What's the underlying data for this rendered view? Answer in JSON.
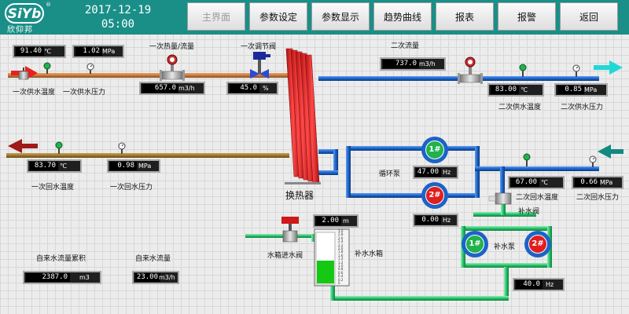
{
  "header": {
    "brand_logo": "SiYb",
    "brand_name": "欣仰邦",
    "brand_reg": "®",
    "date": "2017-12-19",
    "time": "05:00",
    "nav": [
      "主界面",
      "参数设定",
      "参数显示",
      "趋势曲线",
      "报表",
      "报警",
      "返回"
    ],
    "active_nav": "主界面"
  },
  "primary": {
    "supply_temp": {
      "label": "一次供水温度",
      "value": "91.40",
      "unit": "℃"
    },
    "supply_pressure": {
      "label": "一次供水压力",
      "value": "1.02",
      "unit": "MPa"
    },
    "heat_flow": {
      "label": "一次热量/流量",
      "value": "657.0",
      "unit": "m3/h"
    },
    "valve": {
      "label": "一次调节阀",
      "value": "45.0",
      "unit": "%"
    },
    "return_temp": {
      "label": "一次回水温度",
      "value": "83.70",
      "unit": "℃"
    },
    "return_pressure": {
      "label": "一次回水压力",
      "value": "0.98",
      "unit": "MPa"
    }
  },
  "secondary": {
    "flow": {
      "label": "二次流量",
      "value": "737.0",
      "unit": "m3/h"
    },
    "supply_temp": {
      "label": "二次供水温度",
      "value": "83.00",
      "unit": "℃"
    },
    "supply_pressure": {
      "label": "二次供水压力",
      "value": "0.85",
      "unit": "MPa"
    },
    "return_temp": {
      "label": "二次回水温度",
      "value": "67.00",
      "unit": "℃"
    },
    "return_pressure": {
      "label": "二次回水压力",
      "value": "0.66",
      "unit": "MPa"
    }
  },
  "heat_exchanger": {
    "label": "换热器"
  },
  "circ_pump": {
    "label": "循环泵",
    "pump1": "1#",
    "pump2": "2#",
    "freq": {
      "value": "47.00",
      "unit": "Hz"
    },
    "freq2": {
      "value": "0.00",
      "unit": "Hz"
    }
  },
  "makeup_valve": {
    "label": "补水阀"
  },
  "makeup_pump": {
    "label": "补水泵",
    "pump1": "1#",
    "pump2": "2#",
    "freq": {
      "value": "40.0",
      "unit": "Hz"
    }
  },
  "tank": {
    "label": "补水水箱",
    "level": {
      "value": "2.00",
      "unit": "m"
    },
    "level_fraction": 0.45,
    "scale": [
      "3.0",
      "2.8",
      "2.6",
      "2.4",
      "2.2",
      "2.0",
      "1.8",
      "1.6",
      "1.4",
      "1.2",
      "1.0",
      "0.8",
      "0.6",
      "0.4",
      "0.2",
      "0"
    ]
  },
  "tank_inlet_valve": {
    "label": "水箱进水阀"
  },
  "city_water": {
    "total": {
      "label": "自来水流量累积",
      "value": "2387.0",
      "unit": "m3"
    },
    "flow": {
      "label": "自来水流量",
      "value": "23.00",
      "unit": "m3/h"
    }
  },
  "colors": {
    "header": "#1a8f88",
    "primary_supply": "#c97a3a",
    "primary_return": "#a0782a",
    "secondary": "#1c63c8",
    "makeup": "#27c06a",
    "exchanger": "#e32a2a",
    "pump_on": "#22b14c",
    "pump_off": "#e01e1e"
  }
}
